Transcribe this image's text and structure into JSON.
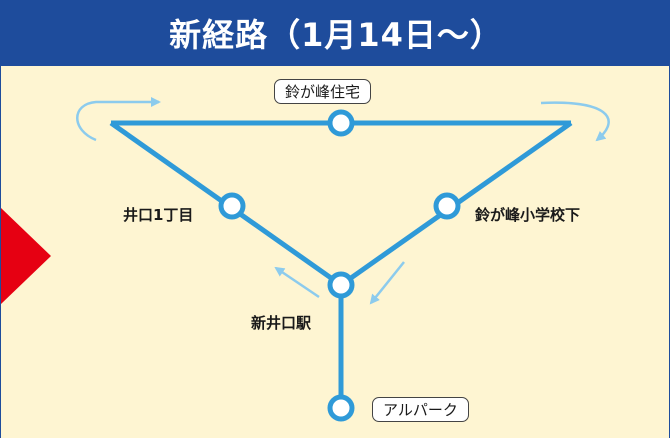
{
  "title": "新経路（1月14日〜）",
  "stops": {
    "suzugamine_jutaku": "鈴が峰住宅",
    "iguchi_1chome": "井口1丁目",
    "suzugamine_shogakko": "鈴が峰小学校下",
    "shin_iguchi_eki": "新井口駅",
    "alpark": "アルパーク"
  },
  "colors": {
    "header": "#1e4c9c",
    "background": "#fef5d2",
    "route": "#2f9ad8",
    "direction_arrow": "#8ccbed",
    "indicator": "#e60012"
  }
}
